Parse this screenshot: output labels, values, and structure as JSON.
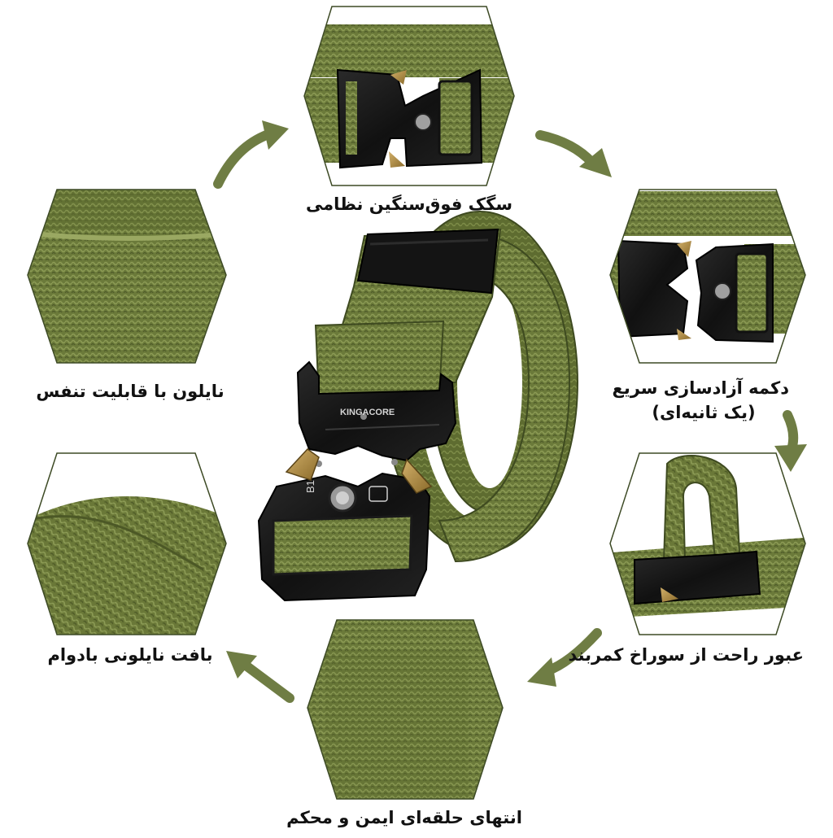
{
  "captions": {
    "top": "سگک فوق‌سنگین نظامی",
    "right_top_line1": "دکمه آزادسازی سریع",
    "right_top_line2": "(یک ثانیه‌ای)",
    "left_top": "نایلون با قابلیت تنفس",
    "right_bottom": "عبور راحت از سوراخ کمربند",
    "left_bottom": "بافت نایلونی بادوام",
    "bottom": "انتهای حلقه‌ای ایمن و محکم"
  },
  "buckle_text": {
    "brand": "KINGACORE",
    "code": "B1"
  },
  "colors": {
    "olive": "#6b7a3a",
    "olive_light": "#8b9a54",
    "olive_dark": "#4e5a28",
    "buckle": "#151515",
    "brass": "#b08a3a",
    "arrow": "#6f7d44",
    "frame": "#3d4a25",
    "background": "#ffffff"
  }
}
